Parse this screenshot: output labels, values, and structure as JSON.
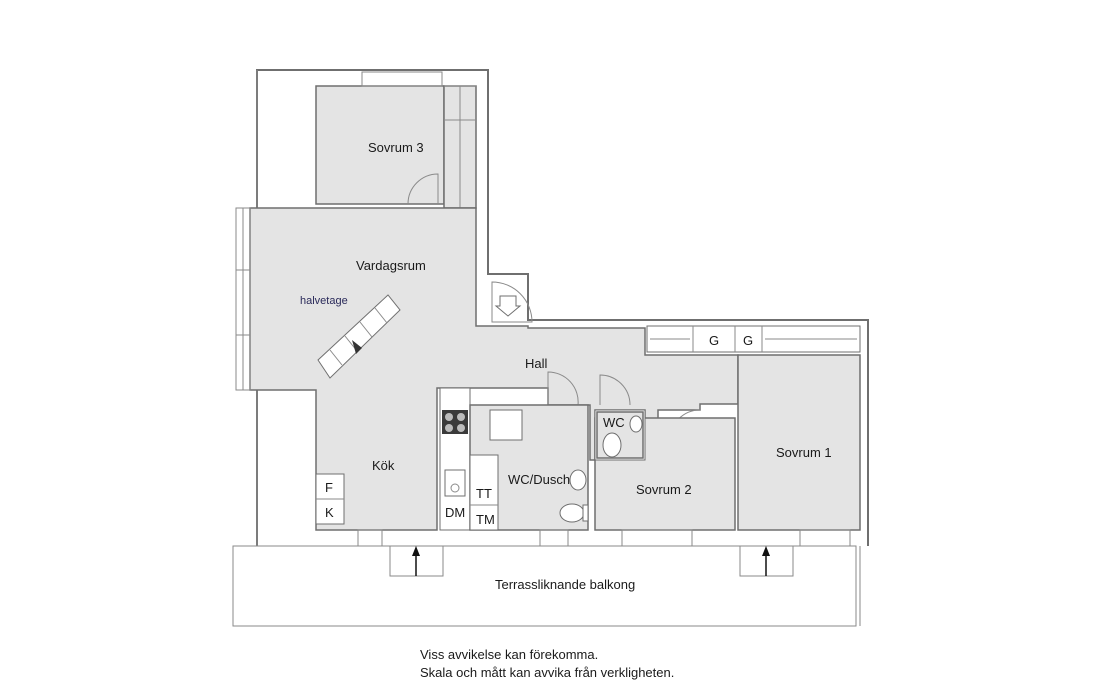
{
  "rooms": {
    "sovrum3": "Sovrum 3",
    "vardagsrum": "Vardagsrum",
    "halvetage": "halvetage",
    "hall": "Hall",
    "kok": "Kök",
    "wc_dusch": "WC/Dusch",
    "wc": "WC",
    "sovrum2": "Sovrum 2",
    "sovrum1": "Sovrum 1",
    "balkong": "Terrassliknande balkong"
  },
  "fixtures": {
    "f": "F",
    "k": "K",
    "dm": "DM",
    "tt": "TT",
    "tm": "TM",
    "g1": "G",
    "g2": "G"
  },
  "notes": {
    "line1": "Viss avvikelse kan förekomma.",
    "line2": "Skala och mått kan avvika från verkligheten."
  }
}
